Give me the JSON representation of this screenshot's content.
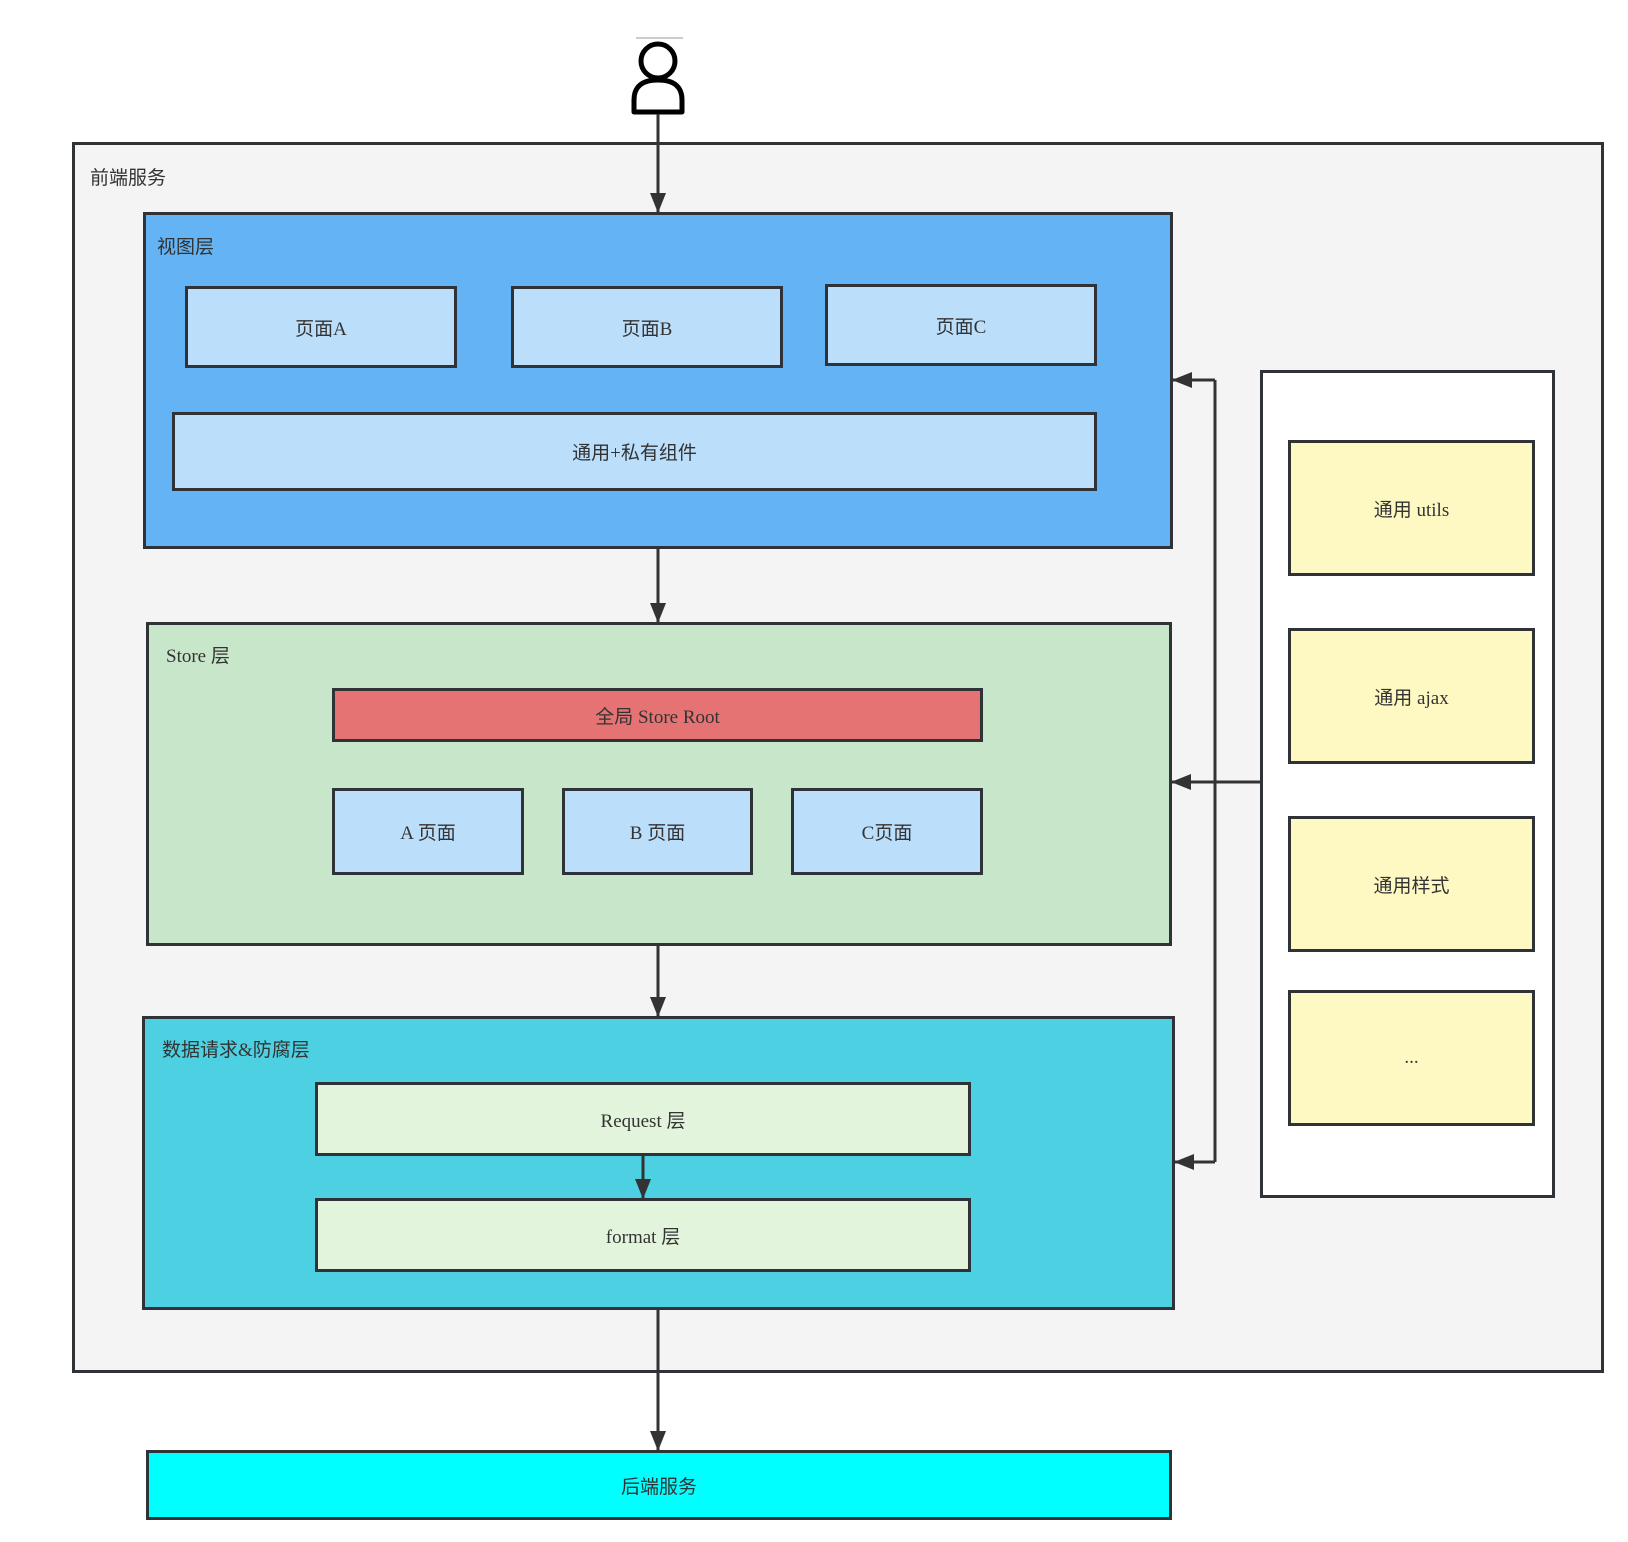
{
  "frontend": {
    "title": "前端服务"
  },
  "view_layer": {
    "title": "视图层",
    "pages": [
      "页面A",
      "页面B",
      "页面C"
    ],
    "components": "通用+私有组件"
  },
  "store_layer": {
    "title": "Store 层",
    "root": "全局 Store Root",
    "pages": [
      "A 页面",
      "B 页面",
      "C页面"
    ]
  },
  "data_layer": {
    "title": "数据请求&防腐层",
    "request": "Request 层",
    "format": "format 层"
  },
  "common": {
    "items": [
      "通用 utils",
      "通用 ajax",
      "通用样式",
      "..."
    ]
  },
  "backend": {
    "title": "后端服务"
  },
  "colors": {
    "frontend_bg": "#f4f4f4",
    "view_bg": "#64b3f4",
    "page_box": "#bbdefa",
    "store_bg": "#c8e6c9",
    "store_root": "#e57373",
    "data_bg": "#4dd0e1",
    "data_inner": "#e3f4dc",
    "common_item": "#fef9c3",
    "backend": "#00ffff",
    "border": "#2f3338"
  }
}
